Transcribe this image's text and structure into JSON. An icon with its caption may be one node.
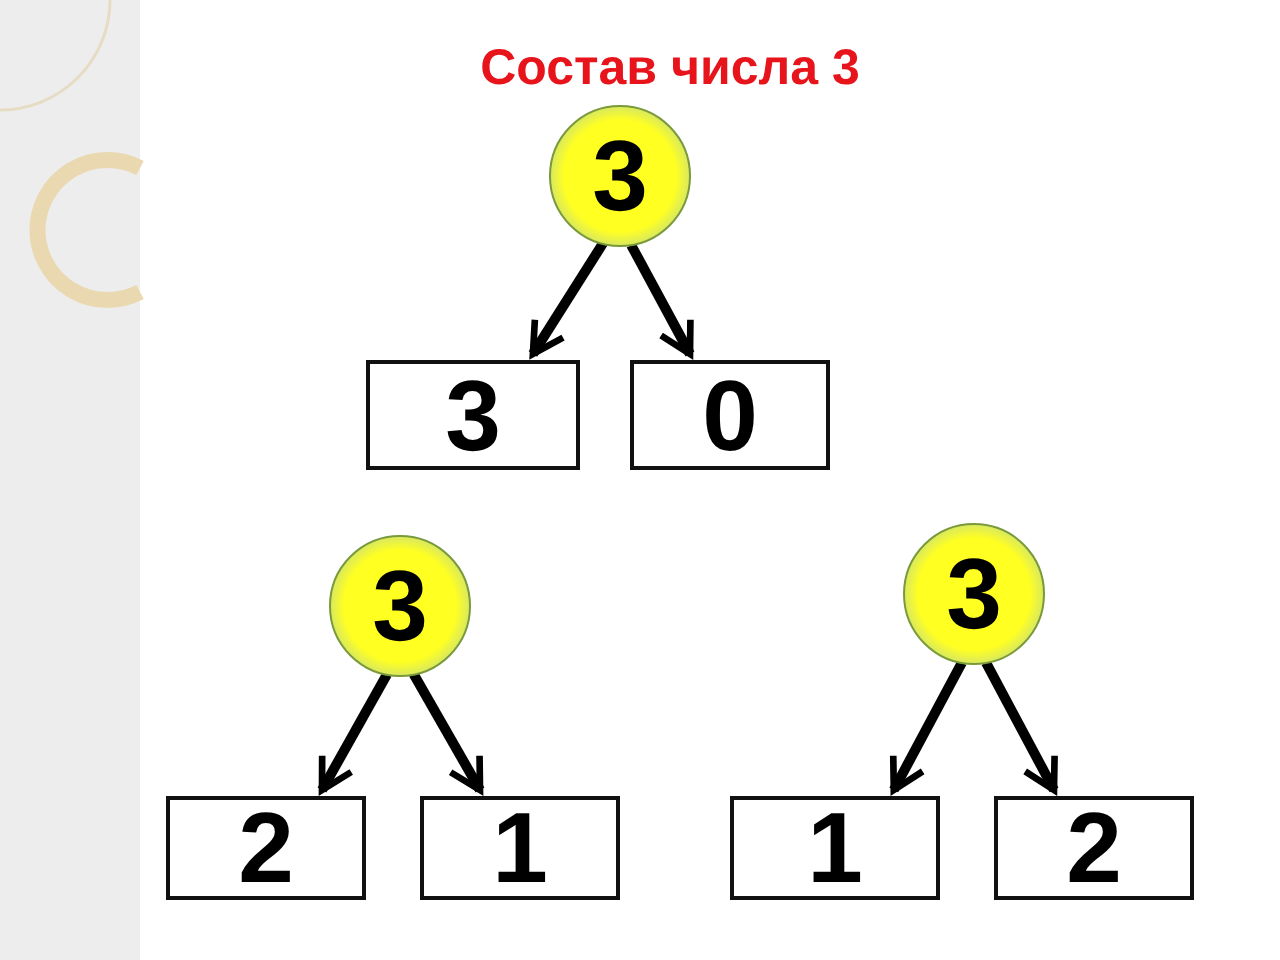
{
  "diagram": {
    "title": "Состав числа 3",
    "nodes": [
      {
        "text": [
          "3"
        ]
      },
      {
        "text": [
          "3"
        ]
      },
      {
        "text": [
          "0"
        ]
      },
      {
        "text": [
          "3"
        ]
      },
      {
        "text": [
          "2"
        ]
      },
      {
        "text": [
          "1"
        ]
      },
      {
        "text": [
          "3"
        ]
      },
      {
        "text": [
          "1"
        ]
      },
      {
        "text": [
          "2"
        ]
      }
    ],
    "edges": [
      {
        "from": 0,
        "to": 1,
        "arrow": "to"
      },
      {
        "from": 0,
        "to": 2,
        "arrow": "to"
      },
      {
        "from": 3,
        "to": 4,
        "arrow": "to"
      },
      {
        "from": 3,
        "to": 5,
        "arrow": "to"
      },
      {
        "from": 6,
        "to": 7,
        "arrow": "to"
      },
      {
        "from": 6,
        "to": 8,
        "arrow": "to"
      }
    ]
  }
}
